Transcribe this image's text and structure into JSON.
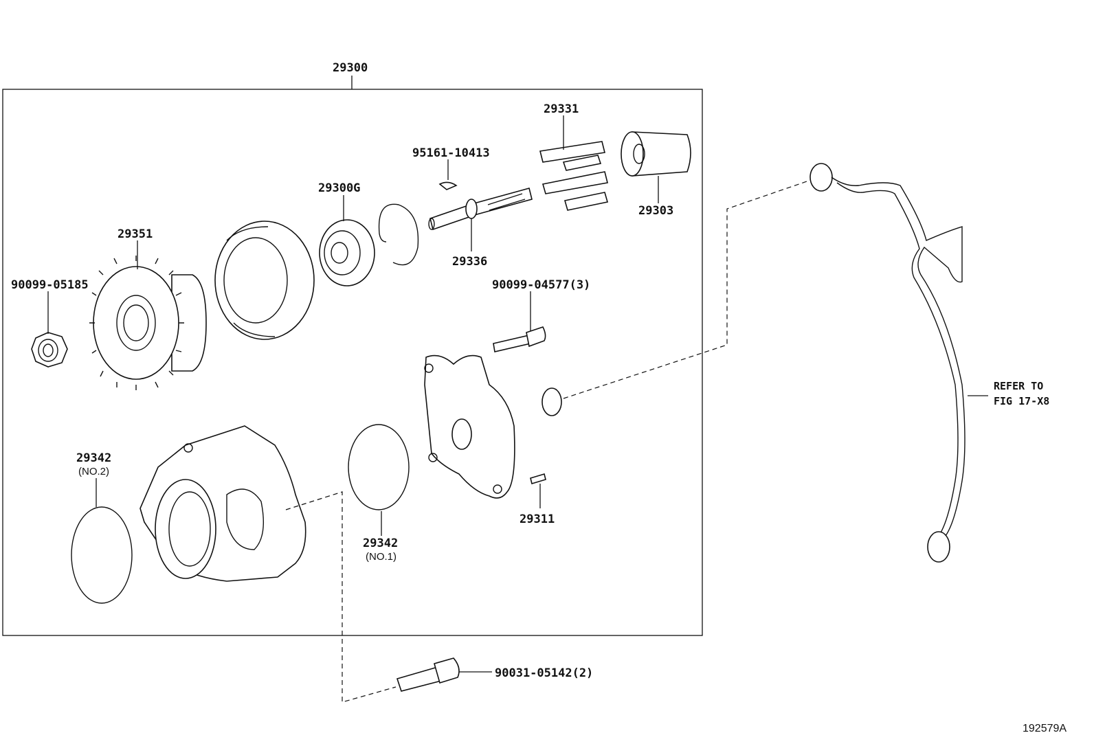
{
  "assembly": {
    "number": "29300"
  },
  "parts": [
    {
      "id": "p29331",
      "number": "29331"
    },
    {
      "id": "p95161",
      "number": "95161-10413"
    },
    {
      "id": "p29300g",
      "number": "29300G"
    },
    {
      "id": "p29351",
      "number": "29351"
    },
    {
      "id": "p90099a",
      "number": "90099-05185"
    },
    {
      "id": "p29303",
      "number": "29303"
    },
    {
      "id": "p29336",
      "number": "29336"
    },
    {
      "id": "p90099b",
      "number": "90099-04577(3)"
    },
    {
      "id": "p29342a",
      "number": "29342",
      "sub": "(NO.2)"
    },
    {
      "id": "p29342b",
      "number": "29342",
      "sub": "(NO.1)"
    },
    {
      "id": "p29311",
      "number": "29311"
    },
    {
      "id": "p90031",
      "number": "90031-05142(2)"
    }
  ],
  "reference": {
    "line1": "REFER TO",
    "line2": "FIG 17-X8"
  },
  "figure_id": "192579A"
}
